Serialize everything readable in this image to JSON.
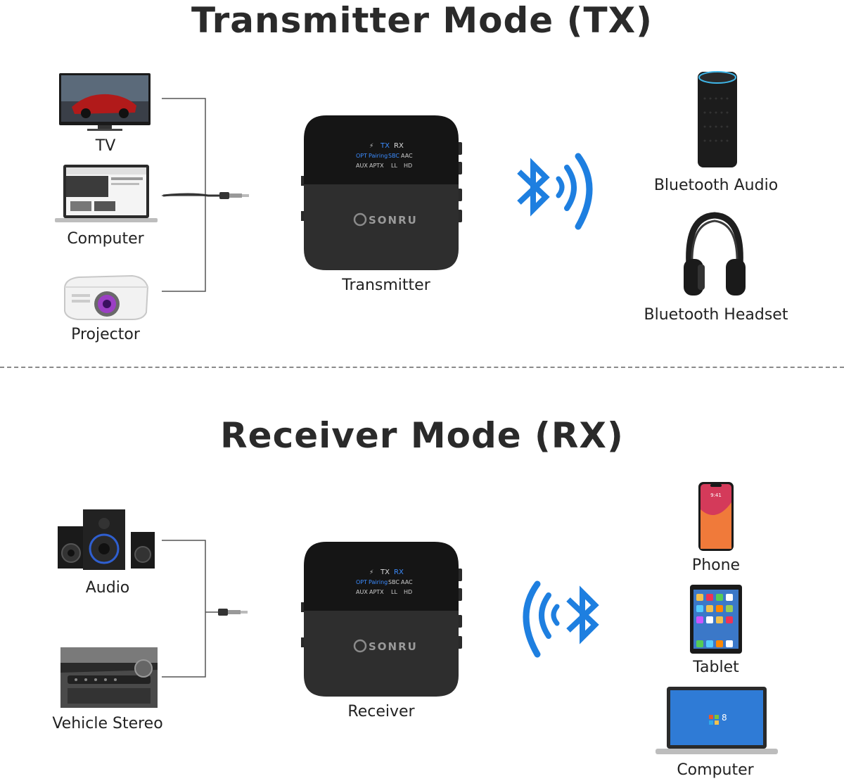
{
  "tx": {
    "title": "Transmitter Mode (TX)",
    "sources": [
      "TV",
      "Computer",
      "Projector"
    ],
    "device_label": "Transmitter",
    "targets": [
      "Bluetooth Audio",
      "Bluetooth Headset"
    ]
  },
  "rx": {
    "title": "Receiver Mode (RX)",
    "sources": [
      "Audio",
      "Vehicle Stereo"
    ],
    "device_label": "Receiver",
    "targets": [
      "Phone",
      "Tablet",
      "Computer"
    ]
  },
  "device_panel": {
    "brand": "SONRU",
    "row1": [
      "TX",
      "RX"
    ],
    "row2": [
      "OPT",
      "Pairing",
      "SBC",
      "AAC"
    ],
    "row3": [
      "AUX",
      "APTX",
      "LL",
      "HD"
    ]
  },
  "colors": {
    "bluetooth": "#1e7fe0",
    "device": "#1e1e1e",
    "line": "#555555"
  },
  "icons": [
    "tv-icon",
    "laptop-icon",
    "projector-icon",
    "speaker-icon",
    "headphones-icon",
    "bluetooth-icon",
    "phone-icon",
    "tablet-icon",
    "car-stereo-icon",
    "audio-speakers-icon"
  ]
}
